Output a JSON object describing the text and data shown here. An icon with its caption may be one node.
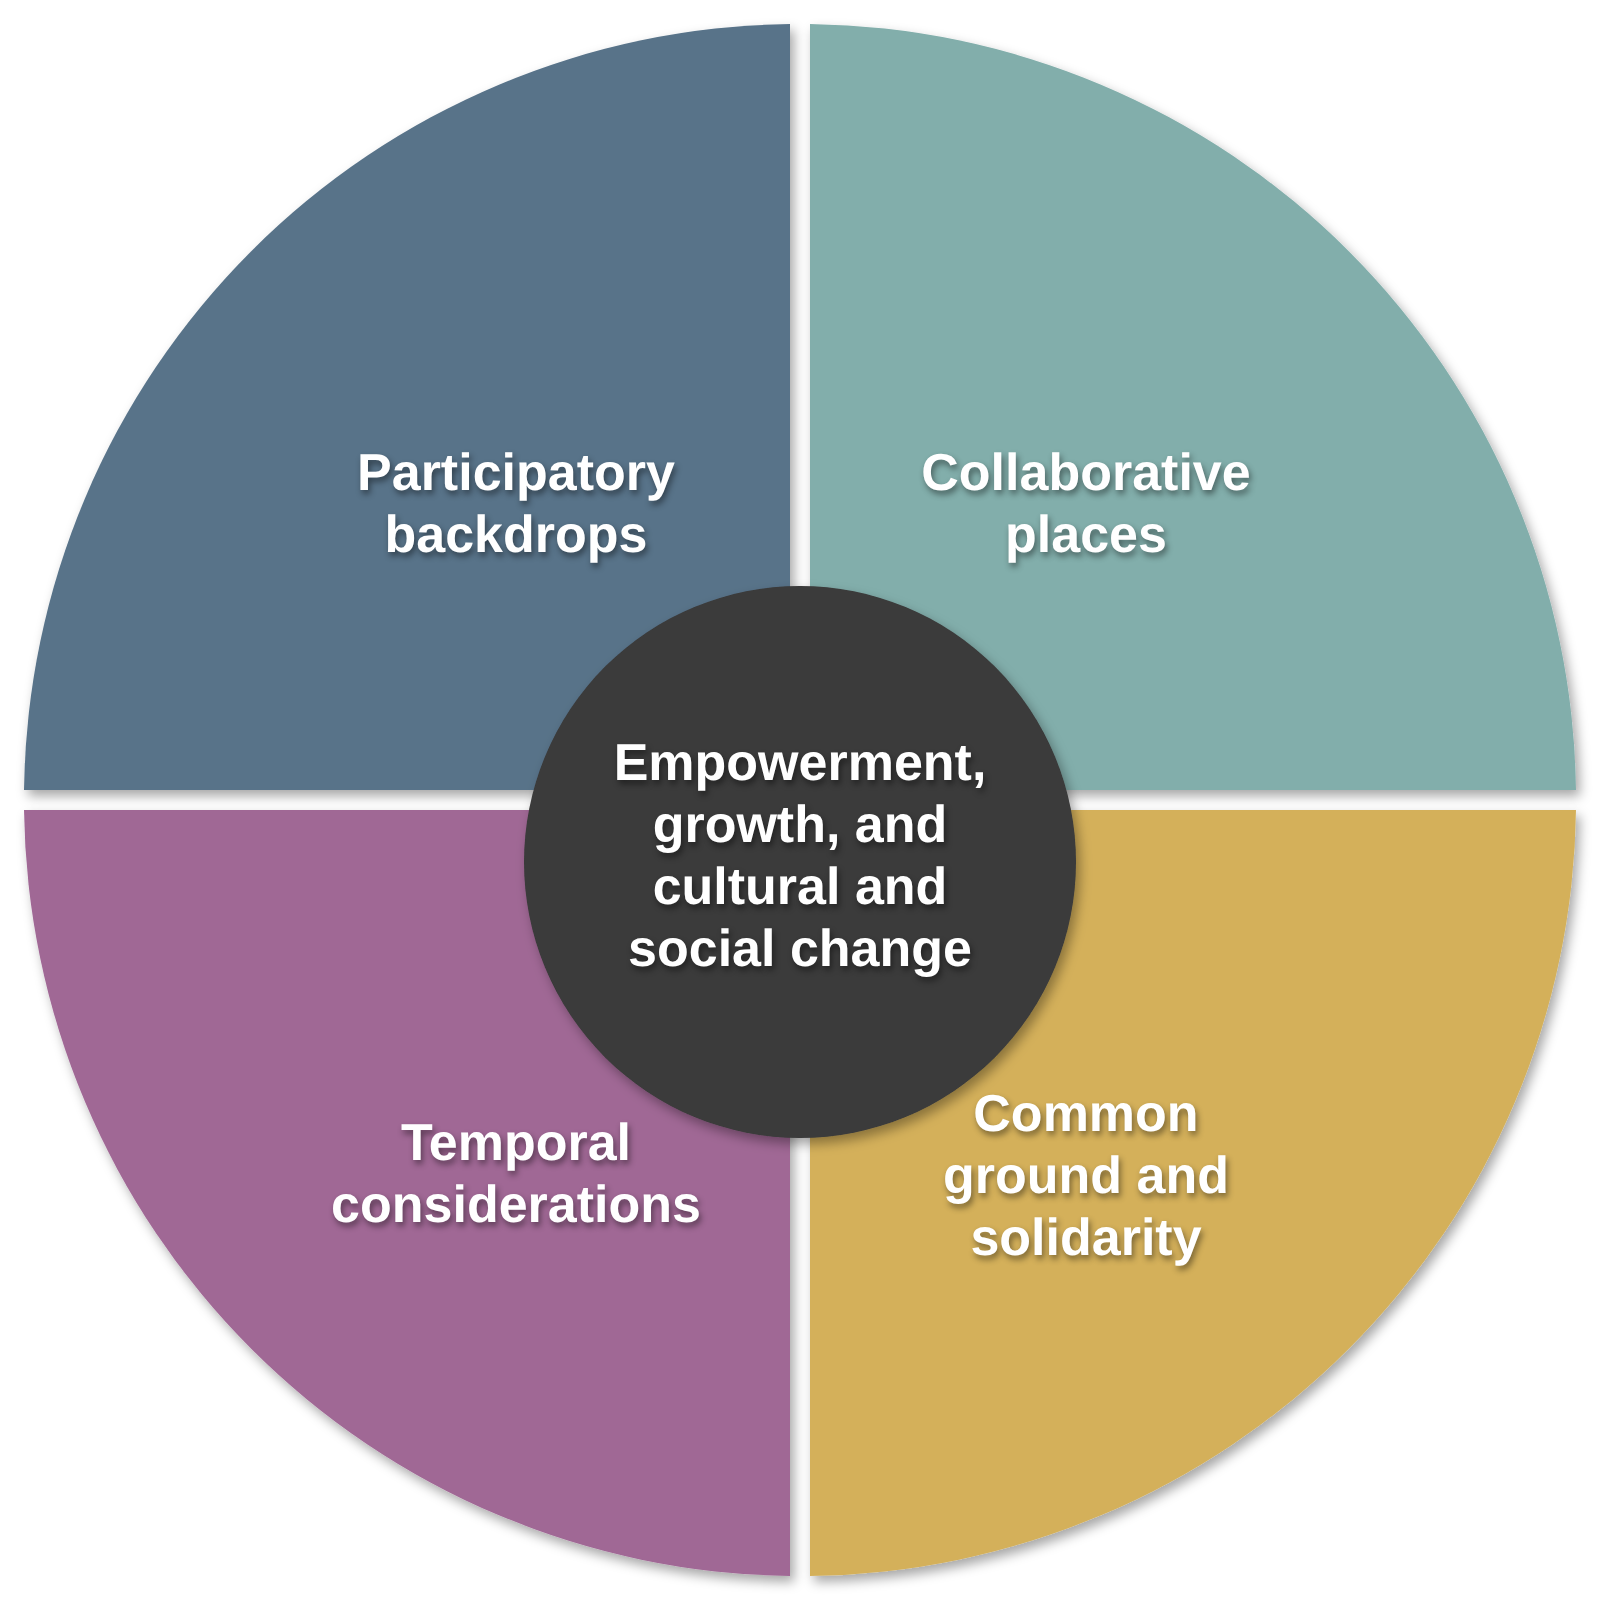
{
  "diagram": {
    "nodes": [
      {
        "text": [
          "Participatory backdrops"
        ]
      },
      {
        "text": [
          "Collaborative places"
        ]
      },
      {
        "text": [
          "Temporal considerations"
        ]
      },
      {
        "text": [
          "Common ground and solidarity"
        ]
      },
      {
        "text": [
          "Empowerment, growth, and cultural and social change"
        ]
      }
    ]
  }
}
